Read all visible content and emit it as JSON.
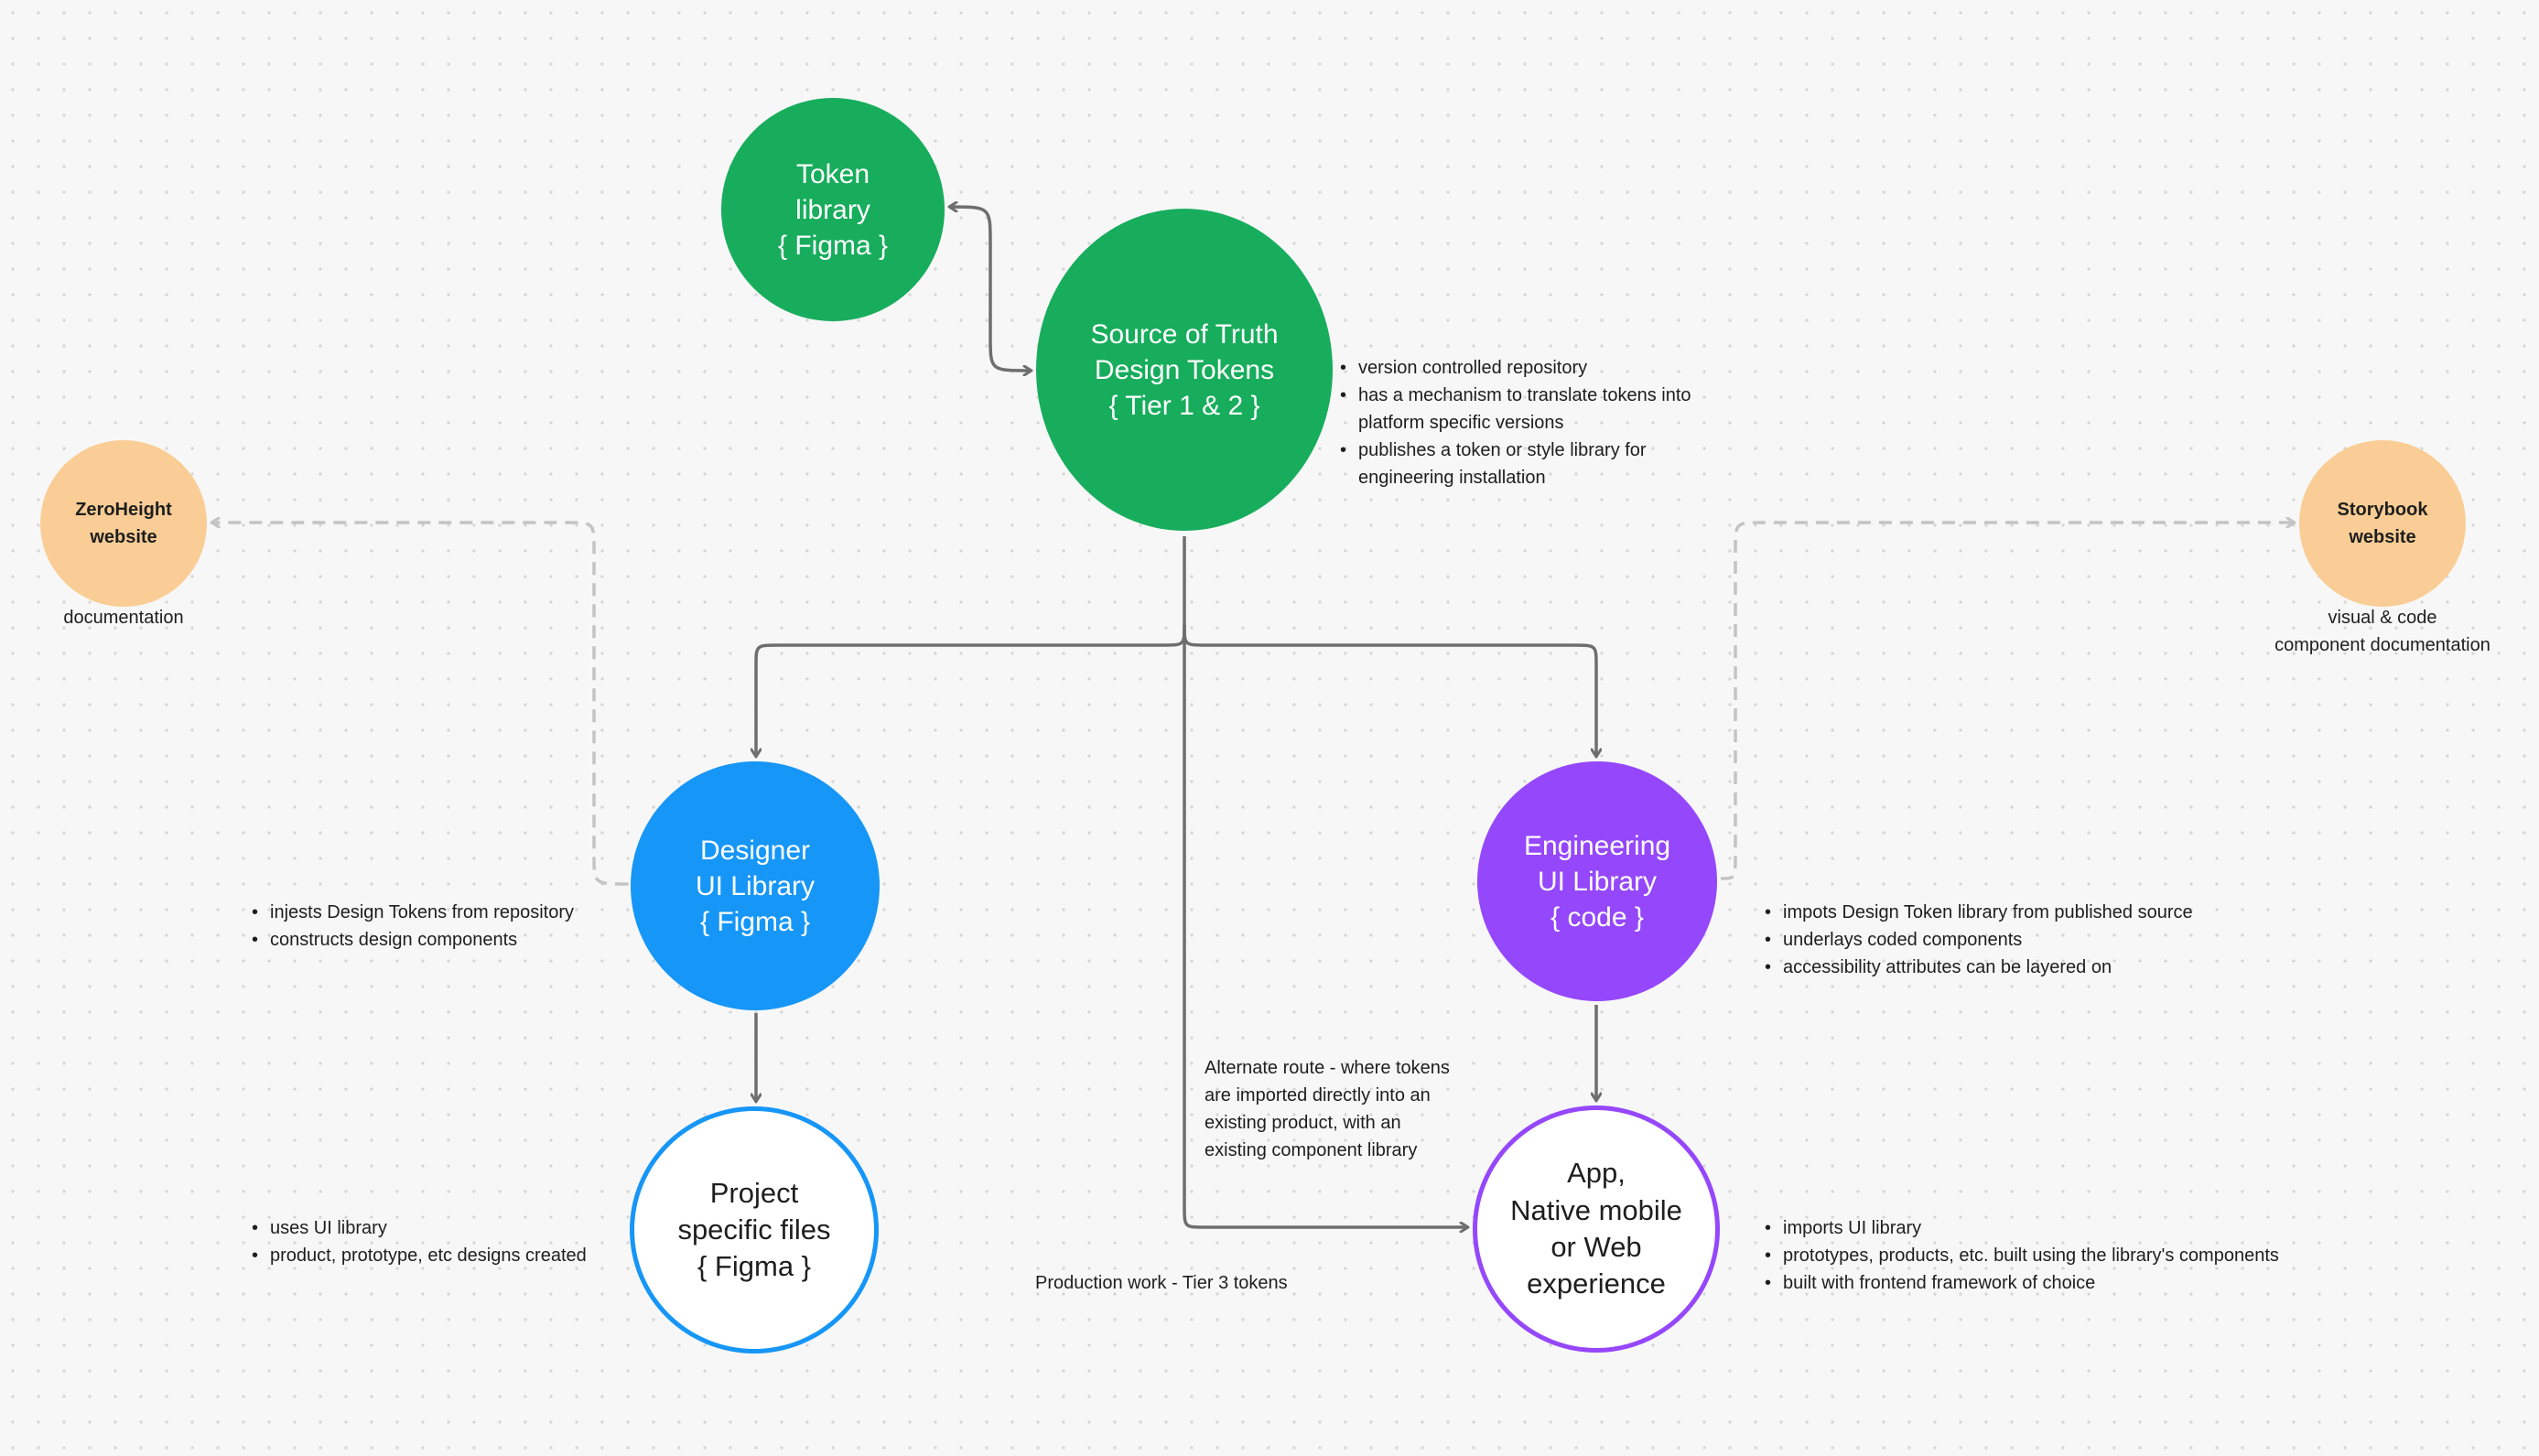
{
  "nodes": {
    "token_library": {
      "lines": [
        "Token",
        "library",
        "{ Figma }"
      ]
    },
    "source_of_truth": {
      "lines": [
        "Source of Truth",
        "Design Tokens",
        "{ Tier 1 & 2 }"
      ]
    },
    "designer_ui": {
      "lines": [
        "Designer",
        "UI Library",
        "{ Figma }"
      ]
    },
    "engineering_ui": {
      "lines": [
        "Engineering",
        "UI Library",
        "{ code }"
      ]
    },
    "project_files": {
      "lines": [
        "Project",
        "specific files",
        "{ Figma }"
      ]
    },
    "app": {
      "lines": [
        "App,",
        "Native mobile",
        "or Web",
        "experience"
      ]
    },
    "zeroheight": {
      "lines": [
        "ZeroHeight",
        "website"
      ]
    },
    "storybook": {
      "lines": [
        "Storybook",
        "website"
      ]
    }
  },
  "notes": {
    "source_of_truth": [
      "version controlled repository",
      "has a mechanism to translate tokens into",
      "platform specific versions",
      "publishes a token or style library for",
      "engineering installation"
    ],
    "designer_ui": [
      "injests Design Tokens from repository",
      "constructs design components"
    ],
    "engineering_ui": [
      "impots Design Token library from published source",
      "underlays coded components",
      "accessibility attributes can be layered on"
    ],
    "project_files": [
      "uses UI library",
      "product, prototype, etc designs created"
    ],
    "app": [
      "imports UI library",
      "prototypes, products, etc. built using the library's components",
      "built with frontend framework of choice"
    ]
  },
  "labels": {
    "zeroheight_caption": "documentation",
    "storybook_caption": [
      "visual & code",
      "component documentation"
    ],
    "alternate_route": [
      "Alternate route - where tokens",
      "are imported directly into an",
      "existing product, with an",
      "existing component library"
    ],
    "production_work": "Production work - Tier 3 tokens"
  },
  "colors": {
    "green": "#17ad5c",
    "blue": "#1696f7",
    "purple": "#9547fb",
    "peach": "#f9cd95",
    "connector": "#6e6e6e",
    "dashed_connector": "#c4c4c4"
  }
}
